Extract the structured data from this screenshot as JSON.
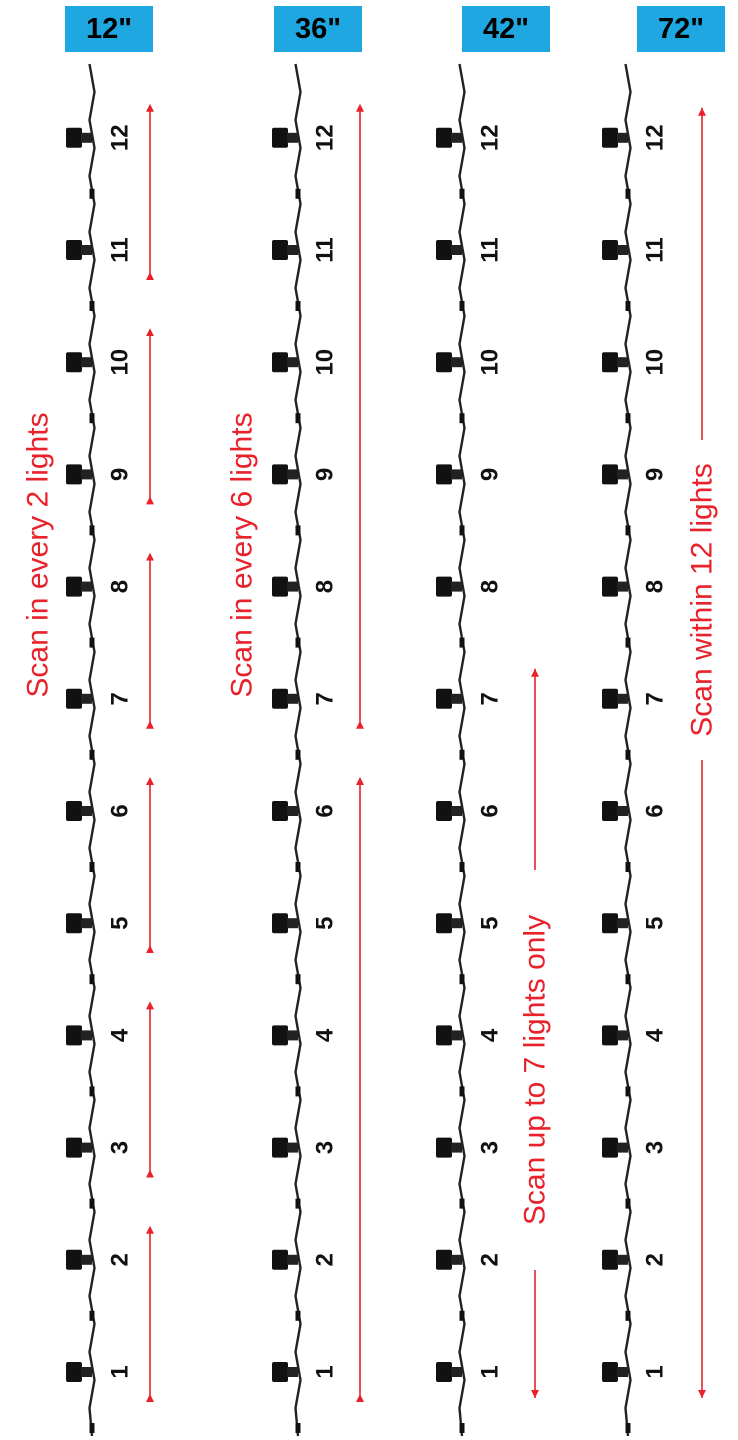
{
  "columns": [
    {
      "badge": "12\"",
      "light_numbers": [
        "1",
        "2",
        "3",
        "4",
        "5",
        "6",
        "7",
        "8",
        "9",
        "10",
        "11",
        "12"
      ],
      "scan_label": "Scan in every 2 lights"
    },
    {
      "badge": "36\"",
      "light_numbers": [
        "1",
        "2",
        "3",
        "4",
        "5",
        "6",
        "7",
        "8",
        "9",
        "10",
        "11",
        "12"
      ],
      "scan_label": "Scan in every 6 lights"
    },
    {
      "badge": "42\"",
      "light_numbers": [
        "1",
        "2",
        "3",
        "4",
        "5",
        "6",
        "7",
        "8",
        "9",
        "10",
        "11",
        "12"
      ],
      "scan_label": "Scan up to 7 lights only"
    },
    {
      "badge": "72\"",
      "light_numbers": [
        "1",
        "2",
        "3",
        "4",
        "5",
        "6",
        "7",
        "8",
        "9",
        "10",
        "11",
        "12"
      ],
      "scan_label": "Scan within 12 lights"
    }
  ],
  "colors": {
    "badge_bg": "#1ea7e1",
    "label_red": "#e8212b",
    "wire": "#222222"
  }
}
